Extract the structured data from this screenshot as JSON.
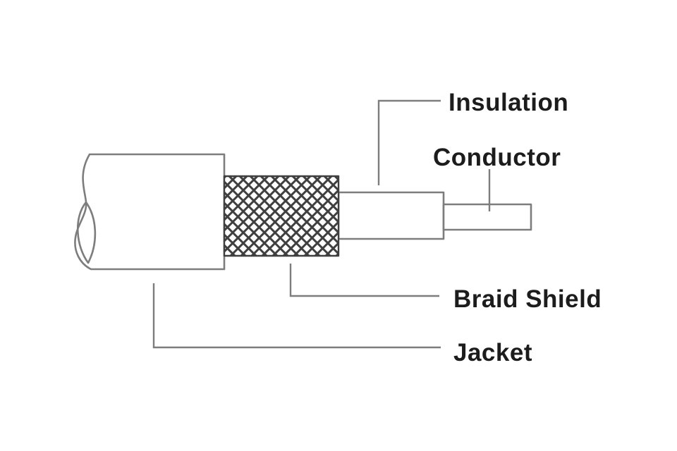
{
  "diagram": {
    "subject": "Coaxial cable construction diagram",
    "labels": {
      "insulation": "Insulation",
      "conductor": "Conductor",
      "braid_shield": "Braid Shield",
      "jacket": "Jacket"
    },
    "colors": {
      "outline": "#7d7d7d",
      "leader": "#7d7d7d",
      "braid": "#3f3f3f",
      "text": "#1c1c1c",
      "background": "#ffffff",
      "part_fill": "#ffffff"
    }
  }
}
